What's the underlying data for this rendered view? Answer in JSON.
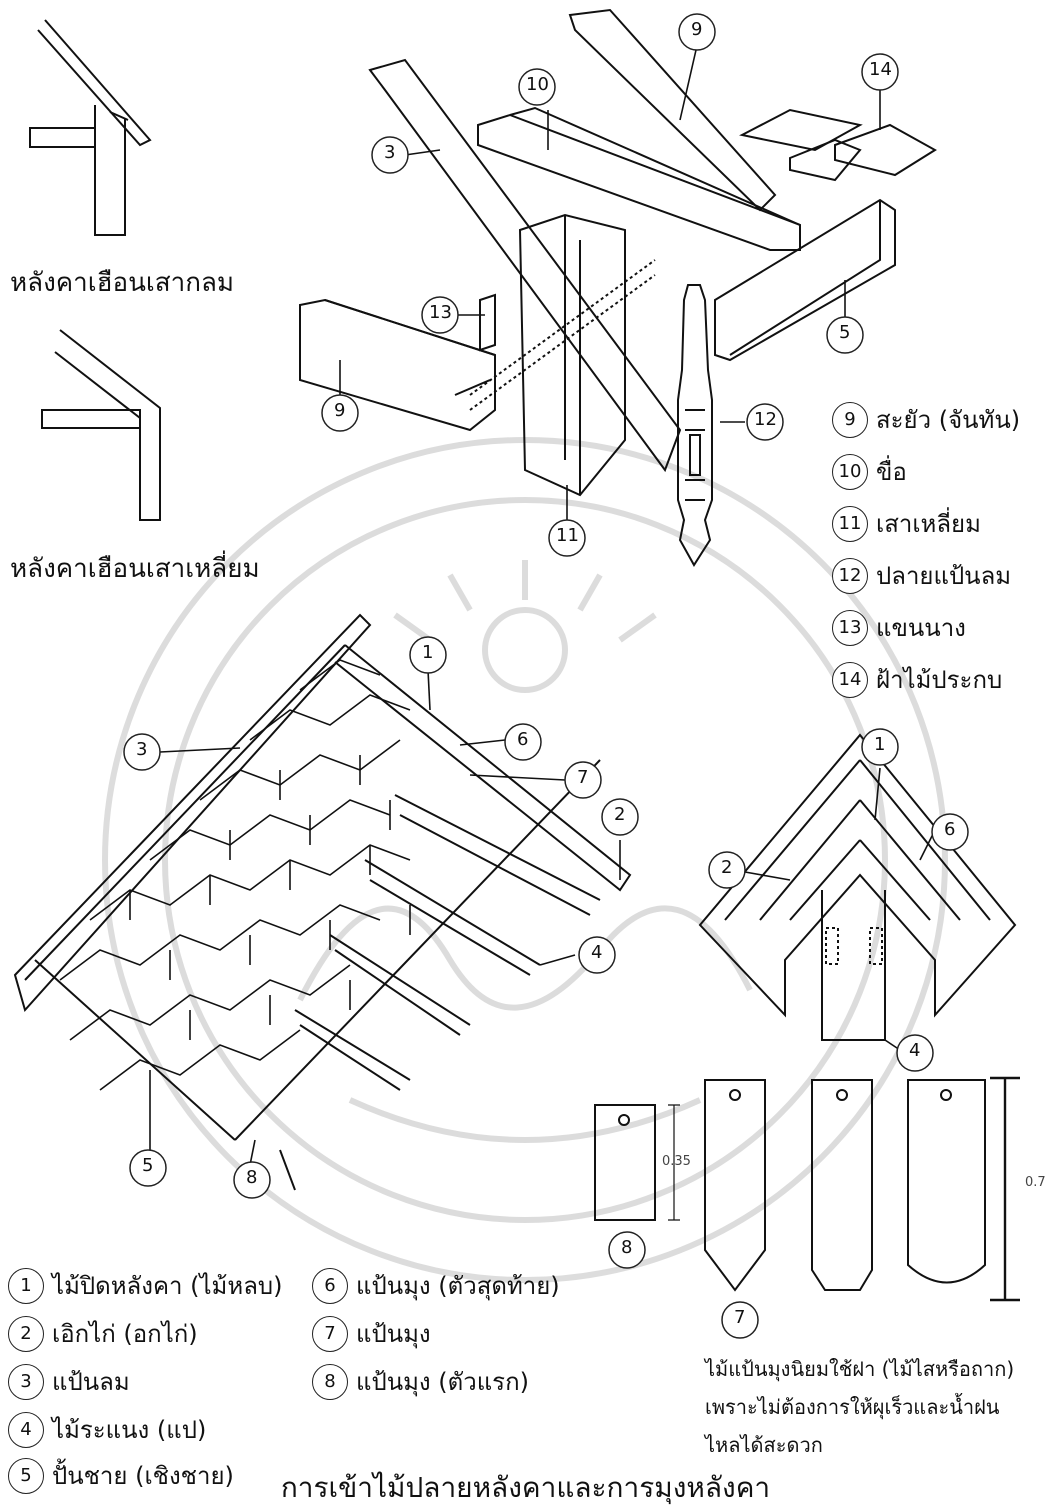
{
  "upper_labels": {
    "joint_round": "หลังคาเฮือนเสากลม",
    "joint_square": "หลังคาเฮือนเสาเหลี่ยม"
  },
  "parts_legend_right": [
    {
      "num": "9",
      "text": "สะยัว (จันทัน)"
    },
    {
      "num": "10",
      "text": "ขื่อ"
    },
    {
      "num": "11",
      "text": "เสาเหลี่ยม"
    },
    {
      "num": "12",
      "text": "ปลายแป้นลม"
    },
    {
      "num": "13",
      "text": "แขนนาง"
    },
    {
      "num": "14",
      "text": "ฝ้าไม้ประกบ"
    }
  ],
  "parts_legend_bottom_left": [
    {
      "num": "1",
      "text": "ไม้ปิดหลังคา (ไม้หลบ)"
    },
    {
      "num": "2",
      "text": "เอิกไก่ (อกไก่)"
    },
    {
      "num": "3",
      "text": "แป้นลม"
    },
    {
      "num": "4",
      "text": "ไม้ระแนง (แป)"
    },
    {
      "num": "5",
      "text": "ปั้นชาย (เชิงชาย)"
    }
  ],
  "parts_legend_bottom_mid": [
    {
      "num": "6",
      "text": "แป้นมุง (ตัวสุดท้าย)"
    },
    {
      "num": "7",
      "text": "แป้นมุง"
    },
    {
      "num": "8",
      "text": "แป้นมุง (ตัวแรก)"
    }
  ],
  "diagram_callouts": {
    "top": [
      "9",
      "10",
      "3",
      "14",
      "13",
      "5",
      "9",
      "12",
      "11"
    ],
    "bottom_left": [
      "1",
      "6",
      "3",
      "7",
      "2",
      "4",
      "5",
      "8"
    ],
    "bottom_right": [
      "1",
      "6",
      "2",
      "4",
      "8",
      "7"
    ]
  },
  "dimensions": {
    "short": "0.35",
    "long": "0.7"
  },
  "note_lines": [
    "ไม้แป้นมุงนิยมใช้ฝา (ไม้ไสหรือถาก)",
    "เพราะไม่ต้องการให้ผุเร็วและน้ำฝน",
    "ไหลได้สะดวก"
  ],
  "title": "การเข้าไม้ปลายหลังคาและการมุงหลังคา"
}
